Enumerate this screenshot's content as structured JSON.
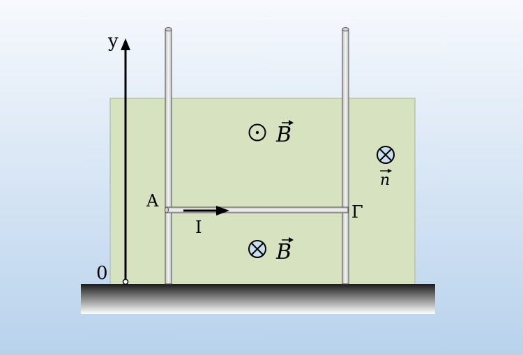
{
  "labels": {
    "axis_y": "y",
    "origin": "0",
    "point_a": "A",
    "point_gamma": "Γ",
    "current": "I",
    "field_symbol": "B",
    "normal_symbol": "n"
  },
  "symbols": {
    "upper_field": "dot-out-of-page-icon",
    "lower_field": "cross-into-page-icon",
    "normal": "cross-into-page-icon"
  },
  "colors": {
    "background_top": "#f7f9fd",
    "background_bottom": "#b8d2ec",
    "field_region": "#d6e2c0",
    "rail": "#e8e8e8",
    "symbol_fill": "#c7e0f0",
    "ground_dark": "#1a1a1a",
    "ground_light": "#ffffff"
  }
}
